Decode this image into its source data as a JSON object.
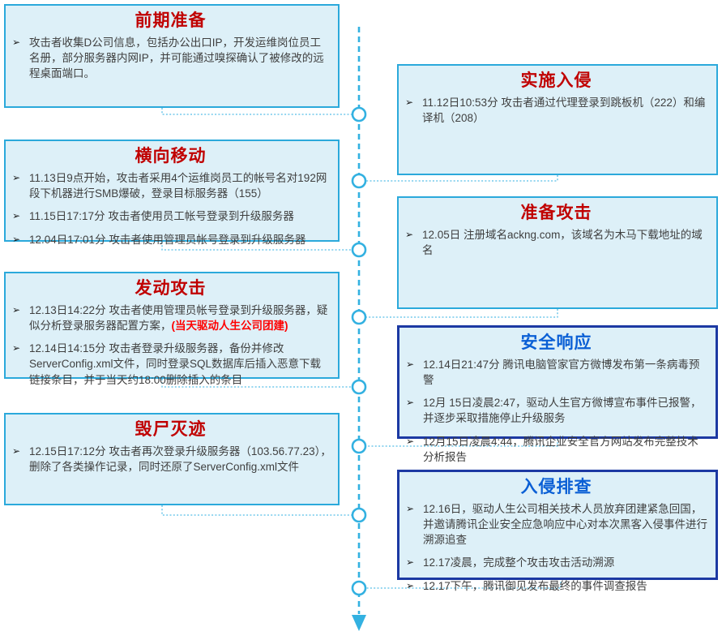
{
  "style": {
    "bullet_glyph": "➢",
    "colors": {
      "box_background": "#ddf0f8",
      "stage_border_cyan": "#2ba9db",
      "response_border_navy": "#1c39a3",
      "attacker_title_red": "#c00000",
      "response_title_blue": "#0a5fd5",
      "body_text": "#3f3f3f",
      "timeline_cyan": "#33b1e1",
      "inline_highlight_red": "#ff0000"
    }
  },
  "boxes": [
    {
      "title": "前期准备",
      "side": "left",
      "bullets": [
        {
          "text": "攻击者收集D公司信息，包括办公出口IP，开发运维岗位员工名册，部分服务器内网IP，并可能通过嗅探确认了被修改的远程桌面端口。",
          "highlight": ""
        }
      ]
    },
    {
      "title": "实施入侵",
      "side": "right",
      "bullets": [
        {
          "text": "11.12日10:53分  攻击者通过代理登录到跳板机（222）和编译机（208）",
          "highlight": ""
        }
      ]
    },
    {
      "title": "横向移动",
      "side": "left",
      "bullets": [
        {
          "text": "11.13日9点开始，攻击者采用4个运维岗员工的帐号名对192网段下机器进行SMB爆破，登录目标服务器（155）",
          "highlight": ""
        },
        {
          "text": "11.15日17:17分 攻击者使用员工帐号登录到升级服务器",
          "highlight": ""
        },
        {
          "text": "12.04日17:01分 攻击者使用管理员帐号登录到升级服务器",
          "highlight": ""
        }
      ]
    },
    {
      "title": "准备攻击",
      "side": "right",
      "bullets": [
        {
          "text": "12.05日 注册域名ackng.com，该域名为木马下载地址的域名",
          "highlight": ""
        }
      ]
    },
    {
      "title": "发动攻击",
      "side": "left",
      "bullets": [
        {
          "text": "12.13日14:22分 攻击者使用管理员帐号登录到升级服务器，疑似分析登录服务器配置方案，",
          "highlight": "(当天驱动人生公司团建)"
        },
        {
          "text": "12.14日14:15分 攻击者登录升级服务器，备份并修改ServerConfig.xml文件，同时登录SQL数据库后插入恶意下载链接条目，并于当天约18:00删除插入的条目",
          "highlight": ""
        }
      ]
    },
    {
      "title": "安全响应",
      "side": "right",
      "bullets": [
        {
          "text": "12.14日21:47分 腾讯电脑管家官方微博发布第一条病毒预警",
          "highlight": ""
        },
        {
          "text": "12月 15日凌晨2:47，驱动人生官方微博宣布事件已报警，并逐步采取措施停止升级服务",
          "highlight": ""
        },
        {
          "text": "12月15日凌晨4:44，腾讯企业安全官方网站发布完整技术分析报告",
          "highlight": ""
        }
      ]
    },
    {
      "title": "毁尸灭迹",
      "side": "left",
      "bullets": [
        {
          "text": "12.15日17:12分  攻击者再次登录升级服务器（103.56.77.23），删除了各类操作记录，同时还原了ServerConfig.xml文件",
          "highlight": ""
        }
      ]
    },
    {
      "title": "入侵排查",
      "side": "right",
      "bullets": [
        {
          "text": "12.16日，驱动人生公司相关技术人员放弃团建紧急回国，并邀请腾讯企业安全应急响应中心对本次黑客入侵事件进行溯源追查",
          "highlight": ""
        },
        {
          "text": "12.17凌晨，完成整个攻击攻击活动溯源",
          "highlight": ""
        },
        {
          "text": "12.17下午，腾讯御见发布最终的事件调查报告",
          "highlight": ""
        }
      ]
    }
  ]
}
